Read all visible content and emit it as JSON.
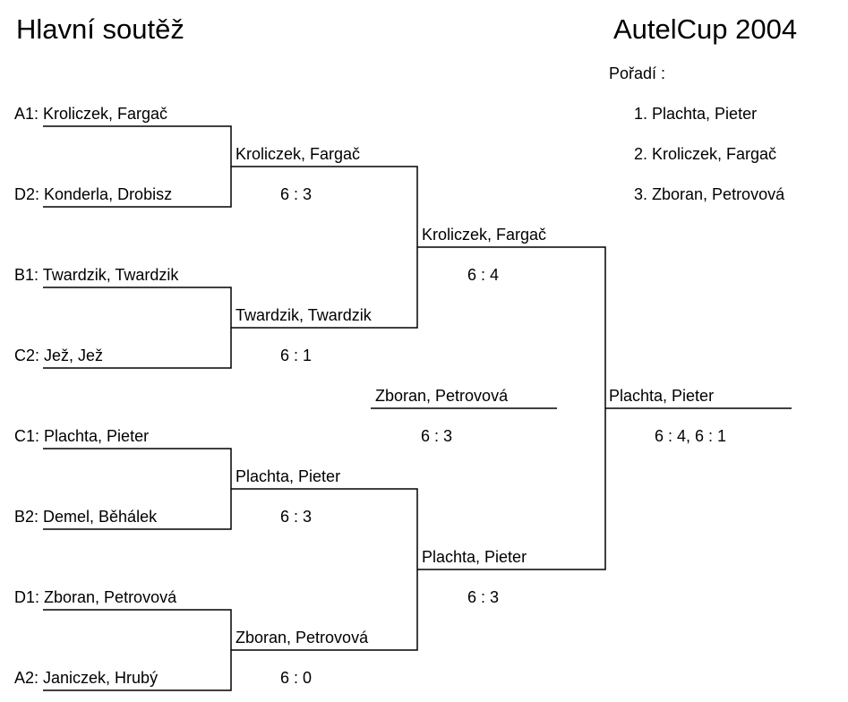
{
  "header": {
    "title": "Hlavní soutěž",
    "event": "AutelCup 2004"
  },
  "ranking": {
    "label": "Pořadí :",
    "items": [
      "1. Plachta, Pieter",
      "2. Kroliczek, Fargač",
      "3. Zboran, Petrovová"
    ]
  },
  "round1": [
    "A1: Kroliczek, Fargač",
    "D2: Konderla, Drobisz",
    "B1: Twardzik, Twardzik",
    "C2: Jež, Jež",
    "C1: Plachta, Pieter",
    "B2: Demel, Běhálek",
    "D1: Zboran, Petrovová",
    "A2: Janiczek, Hrubý"
  ],
  "quarterfinals": [
    {
      "winner": "Kroliczek, Fargač",
      "score": "6 : 3"
    },
    {
      "winner": "Twardzik, Twardzik",
      "score": "6 : 1"
    },
    {
      "winner": "Plachta, Pieter",
      "score": "6 : 3"
    },
    {
      "winner": "Zboran, Petrovová",
      "score": "6 : 0"
    }
  ],
  "semifinals": [
    {
      "winner": "Kroliczek, Fargač",
      "score": "6 : 4"
    },
    {
      "winner": "Plachta, Pieter",
      "score": "6 : 3"
    }
  ],
  "third_place": {
    "winner": "Zboran, Petrovová",
    "score": "6 : 3"
  },
  "final": {
    "winner": "Plachta, Pieter",
    "score": "6 : 4, 6 : 1"
  }
}
